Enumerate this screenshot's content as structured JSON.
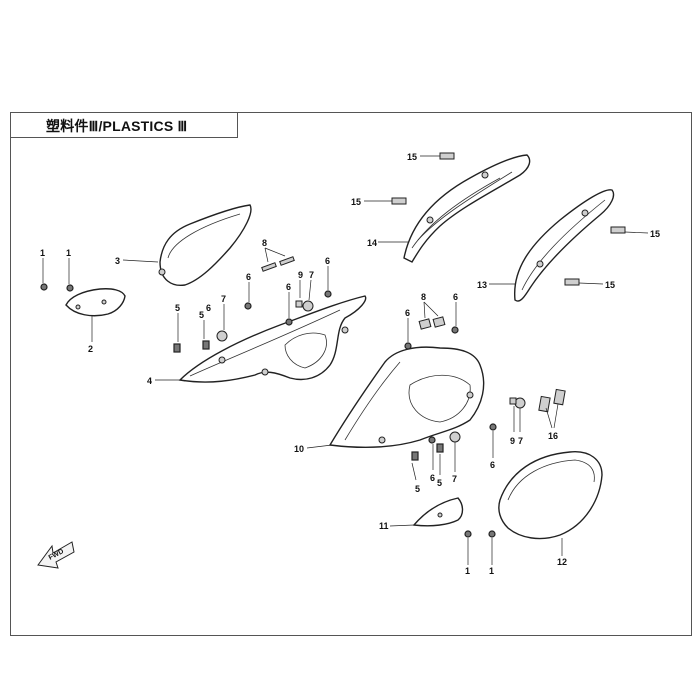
{
  "title": "塑料件Ⅲ/PLASTICS Ⅲ",
  "fwd_label": "FWD",
  "callouts": {
    "c1a": "1",
    "c1b": "1",
    "c1c": "1",
    "c1d": "1",
    "c2": "2",
    "c3": "3",
    "c4": "4",
    "c5a": "5",
    "c5b": "5",
    "c5c": "5",
    "c5d": "5",
    "c6a": "6",
    "c6b": "6",
    "c6c": "6",
    "c6d": "6",
    "c6e": "6",
    "c6f": "6",
    "c6g": "6",
    "c6h": "6",
    "c7a": "7",
    "c7b": "7",
    "c7c": "7",
    "c7d": "7",
    "c8a": "8",
    "c8b": "8",
    "c9a": "9",
    "c9b": "9",
    "c10": "10",
    "c11": "11",
    "c12": "12",
    "c13": "13",
    "c14": "14",
    "c15a": "15",
    "c15b": "15",
    "c15c": "15",
    "c15d": "15",
    "c16": "16"
  }
}
